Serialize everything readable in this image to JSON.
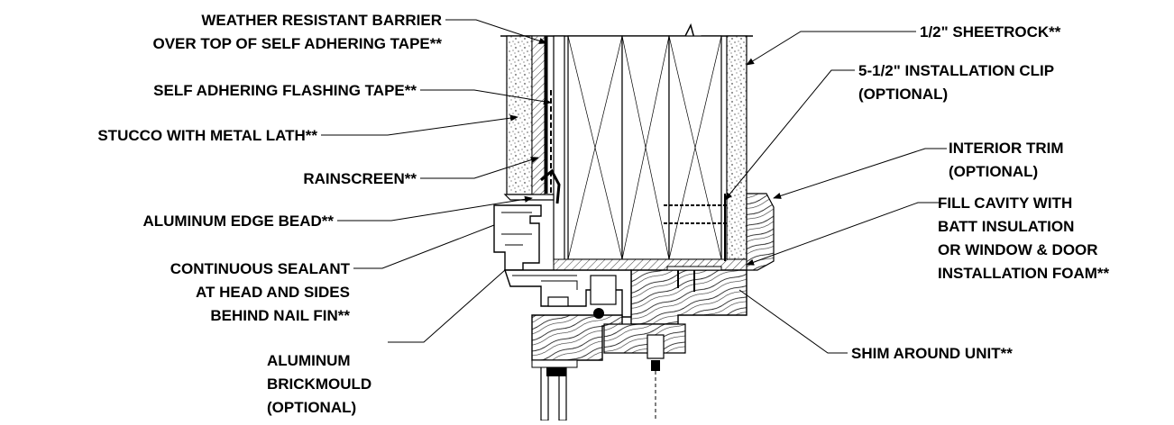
{
  "labels": {
    "wrb_line1": "WEATHER RESISTANT BARRIER",
    "wrb_line2": "OVER TOP OF SELF ADHERING TAPE**",
    "flashing_tape": "SELF ADHERING FLASHING TAPE**",
    "stucco": "STUCCO WITH METAL LATH**",
    "rainscreen": "RAINSCREEN**",
    "edge_bead": "ALUMINUM EDGE BEAD**",
    "sealant_line1": "CONTINUOUS SEALANT",
    "sealant_line2": "AT HEAD AND SIDES",
    "sealant_line3": "BEHIND NAIL FIN**",
    "brickmould_line1": "ALUMINUM",
    "brickmould_line2": "BRICKMOULD",
    "brickmould_line3": "(OPTIONAL)",
    "sheetrock": "1/2\" SHEETROCK**",
    "clip_line1": "5-1/2\" INSTALLATION CLIP",
    "clip_line2": "(OPTIONAL)",
    "trim_line1": "INTERIOR TRIM",
    "trim_line2": "(OPTIONAL)",
    "fill_line1": "FILL CAVITY WITH",
    "fill_line2": "BATT INSULATION",
    "fill_line3": "OR WINDOW & DOOR",
    "fill_line4": "INSTALLATION FOAM**",
    "shim": "SHIM AROUND UNIT**"
  }
}
